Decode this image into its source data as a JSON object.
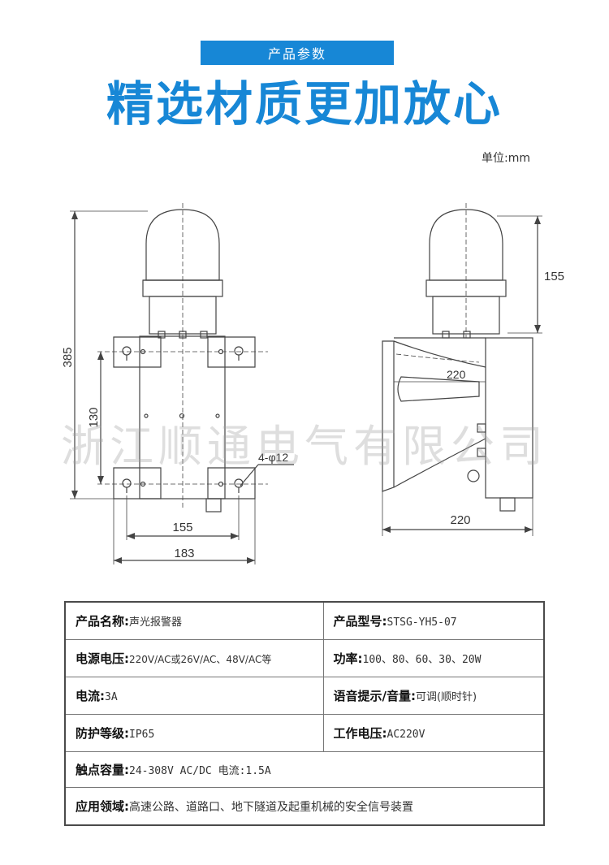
{
  "banner": {
    "label": "产品参数"
  },
  "headline": "精选材质更加放心",
  "unit": "单位:mm",
  "watermark": "浙江顺通电气有限公司",
  "drawing": {
    "front": {
      "height": "385",
      "mount_spacing_v": "130",
      "hole_spec": "4-φ12",
      "mount_spacing_h": "155",
      "base_width": "183"
    },
    "side": {
      "lamp_height": "155",
      "depth_top": "220",
      "depth_bottom": "220"
    }
  },
  "spec": {
    "name_key": "产品名称:",
    "name_val": "声光报警器",
    "model_key": "产品型号:",
    "model_val": "STSG-YH5-07",
    "power_supply_key": "电源电压:",
    "power_supply_val": "220V/AC或26V/AC、48V/AC等",
    "power_key": "功率:",
    "power_val": "100、80、60、30、20W",
    "current_key": "电流:",
    "current_val": "3A",
    "voice_key": "语音提示/音量:",
    "voice_val": "可调(顺时针)",
    "protection_key": "防护等级:",
    "protection_val": "IP65",
    "working_voltage_key": "工作电压:",
    "working_voltage_val": "AC220V",
    "contact_key": "触点容量:",
    "contact_val": "24-308V AC/DC 电流:1.5A",
    "application_key": "应用领域:",
    "application_val": "高速公路、道路口、地下隧道及起重机械的安全信号装置"
  }
}
